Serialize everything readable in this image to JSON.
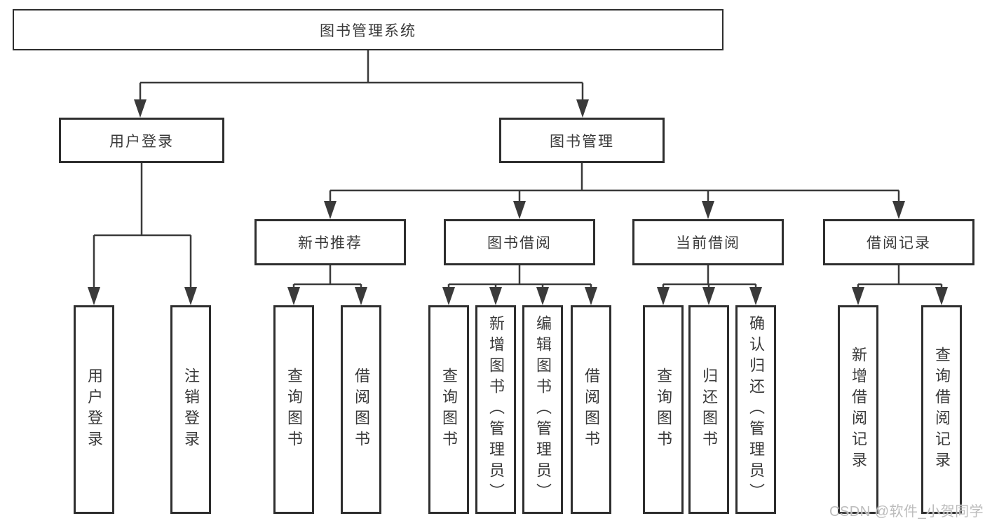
{
  "colors": {
    "background": "#ffffff",
    "box_border": "#2e2e2e",
    "box_fill": "#ffffff",
    "line": "#3a3a3a",
    "text": "#3a3a3a",
    "watermark": "#bcbcbc"
  },
  "tree": {
    "root": {
      "label": "图书管理系统"
    },
    "branches": [
      {
        "label": "用户登录",
        "children": [
          {
            "label": "用户登录"
          },
          {
            "label": "注销登录"
          }
        ]
      },
      {
        "label": "图书管理",
        "children": [
          {
            "label": "新书推荐",
            "children": [
              {
                "label": "查询图书"
              },
              {
                "label": "借阅图书"
              }
            ]
          },
          {
            "label": "图书借阅",
            "children": [
              {
                "label": "查询图书"
              },
              {
                "label": "新增图书（管理员）"
              },
              {
                "label": "编辑图书（管理员）"
              },
              {
                "label": "借阅图书"
              }
            ]
          },
          {
            "label": "当前借阅",
            "children": [
              {
                "label": "查询图书"
              },
              {
                "label": "归还图书"
              },
              {
                "label": "确认归还（管理员）"
              }
            ]
          },
          {
            "label": "借阅记录",
            "children": [
              {
                "label": "新增借阅记录"
              },
              {
                "label": "查询借阅记录"
              }
            ]
          }
        ]
      }
    ]
  },
  "watermark": {
    "text": "CSDN @软件_小贺同学"
  }
}
